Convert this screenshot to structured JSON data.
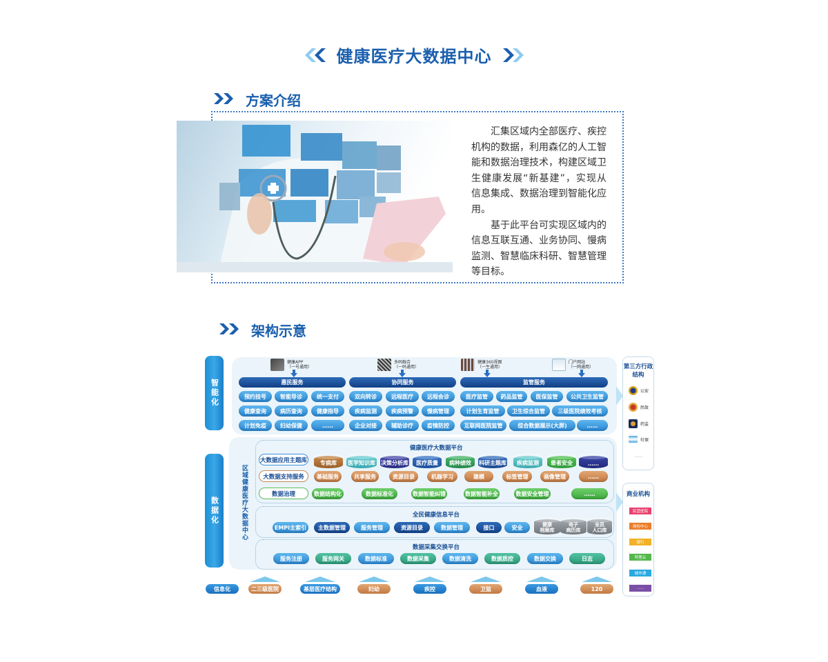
{
  "header": {
    "title": "健康医疗大数据中心"
  },
  "intro": {
    "section_title": "方案介绍",
    "image_alt": "doctor-with-stethoscope-and-digital-health-icons",
    "paragraphs": [
      "汇集区域内全部医疗、疾控机构的数据，利用森亿的人工智能和数据治理技术，构建区域卫生健康发展“新基建”，实现从信息集成、数据治理到智能化应用。",
      "基于此平台可实现区域内的信息互联互通、业务协同、慢病监测、智慧临床科研、智慧管理等目标。"
    ]
  },
  "architecture": {
    "section_title": "架构示意",
    "side_labels": {
      "intelligence": "智能化",
      "data": "数据化",
      "center": "区域健康医疗大数据中心"
    },
    "top_entries": [
      {
        "label": "健康APP",
        "sub": "（一号通用）"
      },
      {
        "label": "多码融合",
        "sub": "（一码通用）"
      },
      {
        "label": "健康360视图",
        "sub": "（一生通用）"
      },
      {
        "label": "门户网站",
        "sub": "（一网通用）"
      }
    ],
    "service_groups": [
      {
        "title": "惠民服务",
        "rows": [
          [
            "预约挂号",
            "智能导诊",
            "统一支付"
          ],
          [
            "健康查询",
            "病历查询",
            "健康指导"
          ],
          [
            "计划免疫",
            "妇幼保健",
            "……"
          ]
        ]
      },
      {
        "title": "协同服务",
        "rows": [
          [
            "双向转诊",
            "远程医疗",
            "远程会诊"
          ],
          [
            "疾病监测",
            "疾病预警",
            "慢病管理"
          ],
          [
            "企业对接",
            "辅助诊疗",
            "疫情防控"
          ]
        ]
      },
      {
        "title": "监管服务",
        "rows": [
          [
            "医疗监管",
            "药品监管",
            "医保监管",
            "公共卫生监管"
          ],
          [
            "计划生育监管",
            "卫生综合监管",
            "三级医院绩效考核"
          ],
          [
            "互联网医院监管",
            "综合数据展示(大屏)",
            "……"
          ]
        ]
      }
    ],
    "bigdata_platform": {
      "title": "健康医疗大数据平台",
      "theme_label": "大数据应用主题库",
      "themes": [
        "专病库",
        "医学知识库",
        "决策分析库",
        "医疗质量",
        "病种绩效",
        "科研主题库",
        "疾病监测",
        "患者安全",
        "……"
      ],
      "support_label": "大数据支持服务",
      "support": [
        "基础服务",
        "共享服务",
        "资源目录",
        "机器学习",
        "建模",
        "标签管理",
        "画像管理",
        "……"
      ],
      "governance_label": "数据治理",
      "governance": [
        "数据结构化",
        "数据标准化",
        "数据智能纠错",
        "数据智能补全",
        "数据安全管理",
        "……"
      ]
    },
    "health_info_platform": {
      "title": "全民健康信息平台",
      "items": [
        "EMPI主索引",
        "主数据管理",
        "服务管理",
        "资源目录",
        "数据管理",
        "接口",
        "安全"
      ],
      "stores": [
        "健康\n档案库",
        "电子\n病历库",
        "全员\n人口库"
      ]
    },
    "exchange_platform": {
      "title": "数据采集交换平台",
      "items": [
        "服务注册",
        "服务网关",
        "数据标准",
        "数据采集",
        "数据清洗",
        "数据质控",
        "数据交换",
        "日志"
      ]
    },
    "third_party": {
      "title": "第三方行政结构",
      "items": [
        "公安",
        "民政",
        "药监",
        "社保",
        "……"
      ]
    },
    "commercial": {
      "title": "商业机构",
      "items": [
        {
          "label": "民营医院",
          "color": "#e8426f"
        },
        {
          "label": "商检中心",
          "color": "#ea7d2c"
        },
        {
          "label": "银行",
          "color": "#f2b126"
        },
        {
          "label": "阿里云",
          "color": "#54b74c"
        },
        {
          "label": "城市通",
          "color": "#2aa9e0"
        },
        {
          "label": "……",
          "color": "#7b4fa5"
        }
      ]
    },
    "sources": {
      "label": "信息化",
      "items": [
        "二三级医院",
        "基层医疗结构",
        "妇幼",
        "疾控",
        "卫监",
        "血液",
        "120"
      ]
    }
  },
  "colors": {
    "primary": "#1a5fae",
    "light_chevron": "#8fcbef",
    "panel_bg": "#eaf4fa"
  }
}
